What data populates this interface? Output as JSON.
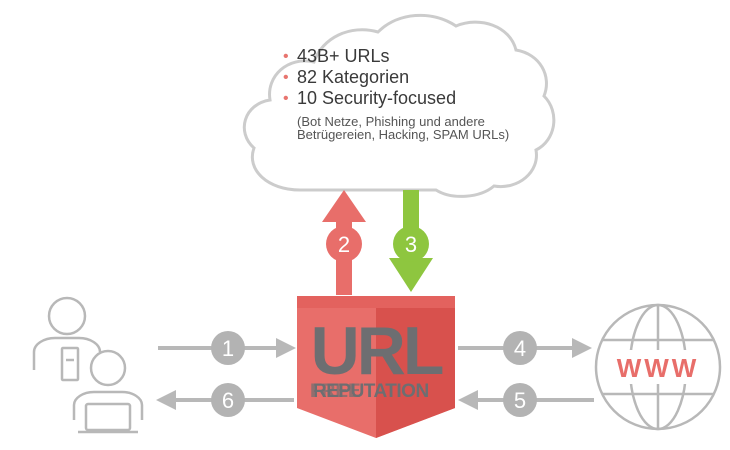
{
  "cloud": {
    "bullets": [
      "43B+  URLs",
      "82 Kategorien",
      "10 Security-focused"
    ],
    "note": "(Bot Netze, Phishing und andere Betrügereien, Hacking, SPAM URLs)"
  },
  "shield": {
    "title": "URL",
    "subtitle": "REPUTATION",
    "subtitle_overlap": "FREE"
  },
  "steps": [
    "1",
    "2",
    "3",
    "4",
    "5",
    "6"
  ],
  "web": {
    "label": "WWW"
  },
  "colors": {
    "red": "#e86e6a",
    "red_dark": "#c9433f",
    "green": "#8ec63f",
    "gray": "#b8b8b8",
    "step_gray": "#b3b3b3",
    "text_gray": "#6d6e71",
    "cloud_stroke": "#cccccc"
  },
  "icons": [
    "users-icon",
    "globe-icon",
    "cloud-icon",
    "shield-icon"
  ]
}
